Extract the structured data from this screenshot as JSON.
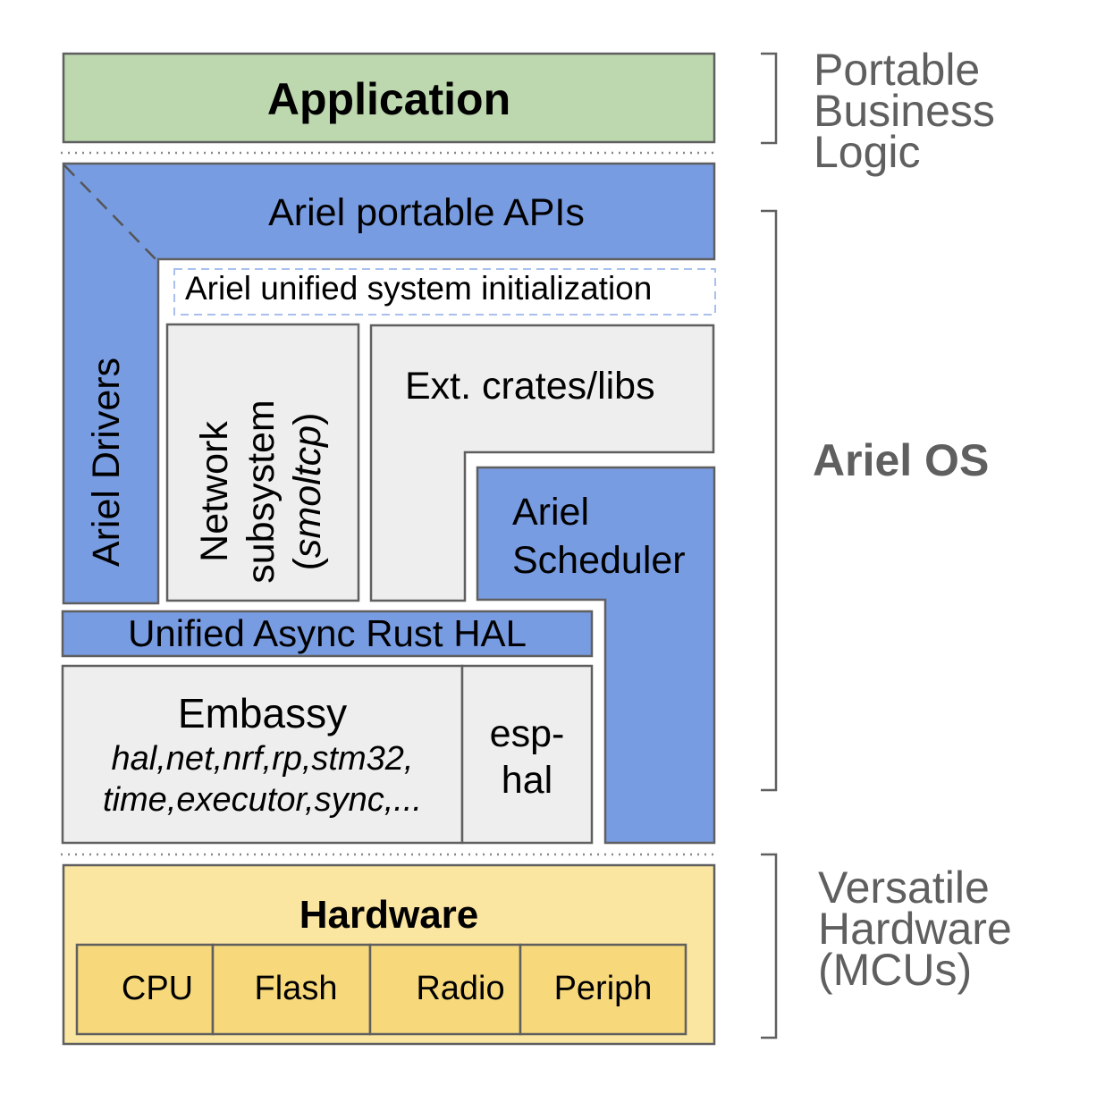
{
  "layers": {
    "application": {
      "label": "Application",
      "color": "#bdd7ae"
    },
    "portable_apis": {
      "label": "Ariel portable APIs",
      "color": "#789ce2"
    },
    "system_init": {
      "label": "Ariel unified system initialization"
    },
    "drivers": {
      "label": "Ariel Drivers"
    },
    "network": {
      "line1": "Network",
      "line2": "subsystem",
      "line3_prefix": "(",
      "line3_italic": "smoltcp",
      "line3_suffix": ")",
      "color": "#eeeeee"
    },
    "ext_crates": {
      "label": "Ext. crates/libs"
    },
    "scheduler": {
      "line1": "Ariel",
      "line2": "Scheduler"
    },
    "hal": {
      "label": "Unified Async Rust HAL"
    },
    "embassy": {
      "title": "Embassy",
      "crates_line1": "hal,net,nrf,rp,stm32,",
      "crates_line2": "time,executor,sync,..."
    },
    "esp_hal": {
      "line1": "esp-",
      "line2": "hal"
    },
    "hardware": {
      "label": "Hardware",
      "color": "#fae5a1",
      "component_color": "#f7d97c",
      "components": [
        "CPU",
        "Flash",
        "Radio",
        "Periph"
      ]
    }
  },
  "side_labels": {
    "business_logic": {
      "line1": "Portable",
      "line2": "Business",
      "line3": "Logic"
    },
    "ariel_os": {
      "label": "Ariel OS"
    },
    "hardware": {
      "line1": "Versatile",
      "line2": "Hardware",
      "line3": "(MCUs)"
    }
  }
}
